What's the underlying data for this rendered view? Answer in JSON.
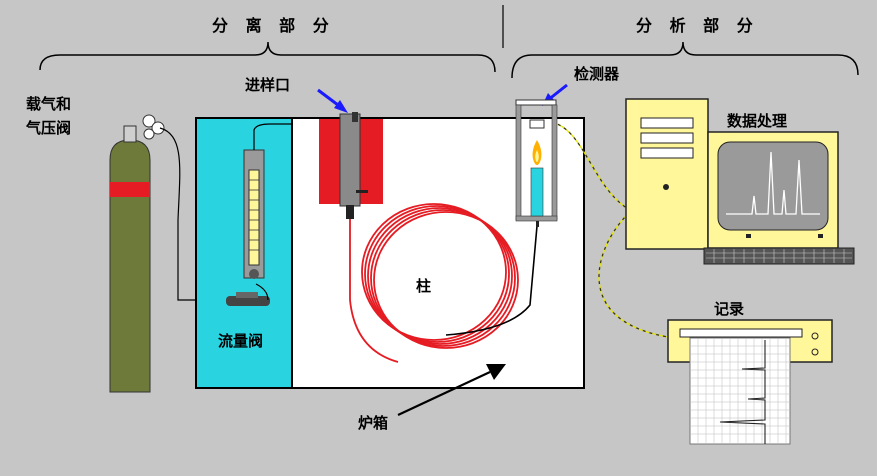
{
  "sections": {
    "separation": "分 离 部 分",
    "analysis": "分 析 部 分"
  },
  "labels": {
    "carrier_gas_line1": "载气和",
    "carrier_gas_line2": "气压阀",
    "injection_port": "进样口",
    "detector": "检测器",
    "data_processing": "数据处理",
    "column": "柱",
    "flow_valve": "流量阀",
    "oven": "炉箱",
    "recorder": "记录"
  },
  "colors": {
    "background": "#c6c6c6",
    "cylinder": "#6e7a3a",
    "cylinder_band": "#e51c23",
    "flow_panel": "#29d4e0",
    "oven": "#ffffff",
    "injector": "#e51c23",
    "column_coil": "#e51c23",
    "computer": "#fff799",
    "arrow_blue": "#1a1aff"
  }
}
